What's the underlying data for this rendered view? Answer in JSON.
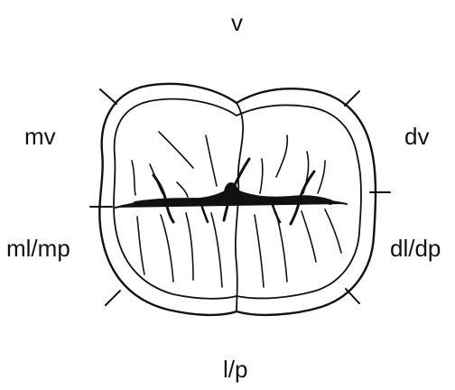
{
  "labels": {
    "top": "v",
    "upper_left": "mv",
    "upper_right": "dv",
    "lower_left": "ml/mp",
    "lower_right": "dl/dp",
    "bottom": "l/p"
  },
  "colors": {
    "ink": "#111111",
    "background": "#ffffff"
  }
}
